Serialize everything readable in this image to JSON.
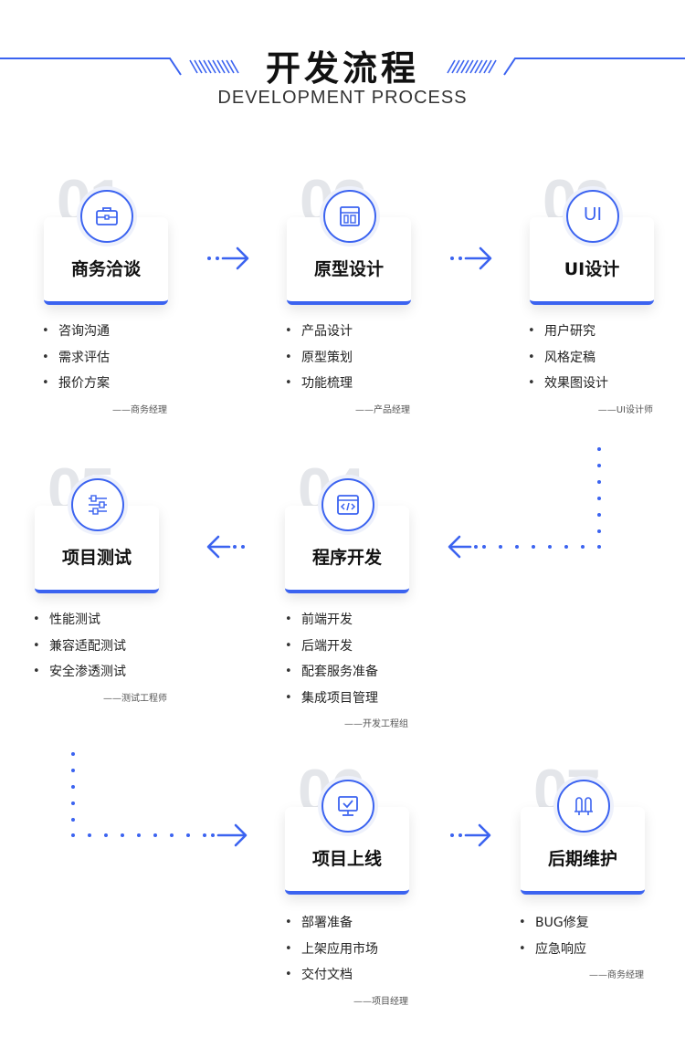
{
  "header": {
    "title": "开发流程",
    "subtitle": "DEVELOPMENT PROCESS"
  },
  "steps": [
    {
      "num": "01",
      "title": "商务洽谈",
      "icon": "briefcase-icon",
      "items": [
        "咨询沟通",
        "需求评估",
        "报价方案"
      ],
      "owner": "——商务经理"
    },
    {
      "num": "02",
      "title": "原型设计",
      "icon": "layout-icon",
      "items": [
        "产品设计",
        "原型策划",
        "功能梳理"
      ],
      "owner": "——产品经理"
    },
    {
      "num": "03",
      "title": "UI设计",
      "icon": "ui-icon",
      "icon_text": "UI",
      "items": [
        "用户研究",
        "风格定稿",
        "效果图设计"
      ],
      "owner": "——UI设计师"
    },
    {
      "num": "04",
      "title": "程序开发",
      "icon": "code-window-icon",
      "items": [
        "前端开发",
        "后端开发",
        "配套服务准备",
        "集成项目管理"
      ],
      "owner": "——开发工程组"
    },
    {
      "num": "05",
      "title": "项目测试",
      "icon": "sliders-icon",
      "items": [
        "性能测试",
        "兼容适配测试",
        "安全渗透测试"
      ],
      "owner": "——测试工程师"
    },
    {
      "num": "06",
      "title": "项目上线",
      "icon": "monitor-check-icon",
      "items": [
        "部署准备",
        "上架应用市场",
        "交付文档"
      ],
      "owner": "——项目经理"
    },
    {
      "num": "07",
      "title": "后期维护",
      "icon": "maintenance-icon",
      "items": [
        "BUG修复",
        "应急响应"
      ],
      "owner": "——商务经理"
    }
  ],
  "colors": {
    "accent": "#3b63f0",
    "bignum": "#e4e6ea"
  }
}
